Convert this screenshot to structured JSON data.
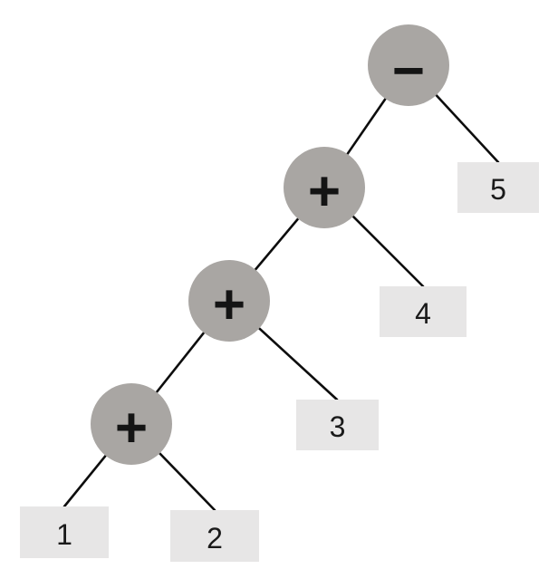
{
  "tree": {
    "operators": {
      "root": "−",
      "level2": "+",
      "level3": "+",
      "level4": "+"
    },
    "leaves": {
      "one": "1",
      "two": "2",
      "three": "3",
      "four": "4",
      "five": "5"
    }
  },
  "colors": {
    "background": "#ffffff",
    "operator_fill": "#a9a6a3",
    "leaf_fill": "#e7e6e6",
    "edge": "#0d0d0d",
    "text": "#1a1a1a"
  }
}
